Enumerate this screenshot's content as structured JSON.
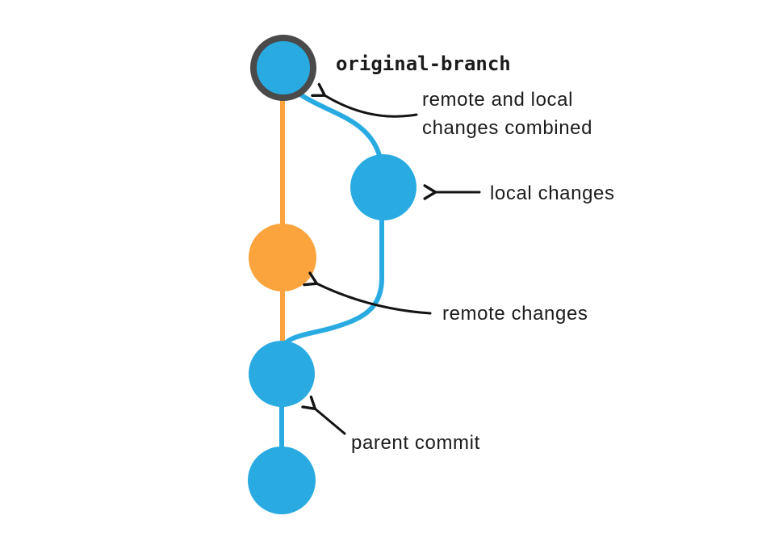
{
  "diagram": {
    "branch_label": "original-branch",
    "annotations": {
      "combined_line1": "remote and local",
      "combined_line2": "changes combined",
      "local": "local changes",
      "remote": "remote changes",
      "parent": "parent commit"
    },
    "nodes": [
      {
        "id": "merged-head-commit",
        "color": "#29ABE2",
        "ring_color": "#4A4A4A",
        "label": "original-branch"
      },
      {
        "id": "local-changes-commit",
        "color": "#29ABE2",
        "label": "local changes"
      },
      {
        "id": "remote-changes-commit",
        "color": "#FBA33C",
        "label": "remote changes"
      },
      {
        "id": "parent-commit",
        "color": "#29ABE2",
        "label": "parent commit"
      },
      {
        "id": "root-commit",
        "color": "#29ABE2",
        "label": ""
      }
    ],
    "colors": {
      "blue": "#29ABE2",
      "orange": "#FBA33C",
      "ring_gray": "#4A4A4A",
      "arrow_black": "#141414",
      "text_black": "#1b1b1b",
      "background": "#ffffff"
    }
  }
}
